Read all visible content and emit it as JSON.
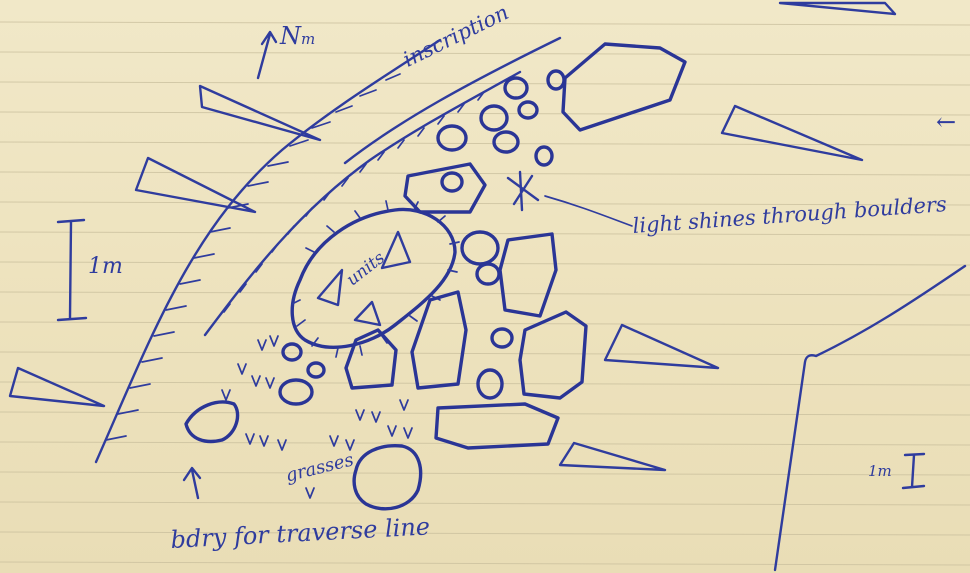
{
  "sketch": {
    "north_arrow_label": "N",
    "north_arrow_subscript": "m",
    "inscription_label": "inscription",
    "light_note": "light shines through boulders",
    "scale_label_left": "1m",
    "scale_label_right": "1m",
    "units_label": "units",
    "grasses_label": "grasses",
    "boulder_note": "bdry for traverse line",
    "arrow_glyph": "←"
  },
  "colors": {
    "paper": "#efe6c6",
    "ink": "#2f3c9e",
    "rule_line": "#c9bf9d"
  }
}
